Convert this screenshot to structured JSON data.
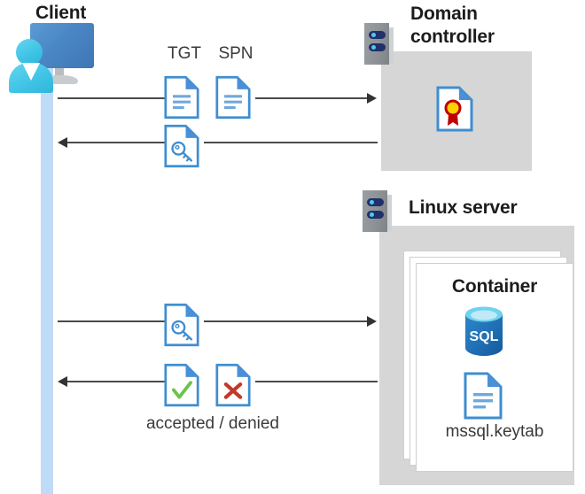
{
  "diagram": {
    "title_client": "Client",
    "title_domain_controller": "Domain\ncontroller",
    "domain_controller_line1": "Domain",
    "domain_controller_line2": "controller",
    "title_linux_server": "Linux server",
    "title_container": "Container",
    "label_tgt": "TGT",
    "label_spn": "SPN",
    "label_keytab_file": "mssql.keytab",
    "label_accepted_denied": "accepted / denied",
    "icons": {
      "client": "user-monitor-icon",
      "server_rack": "server-rack-icon",
      "document": "document-icon",
      "ticket_key": "key-document-icon",
      "certificate": "certificate-document-icon",
      "accepted": "check-document-icon",
      "denied": "cross-document-icon",
      "database": "sql-database-icon",
      "keytab": "document-icon"
    },
    "colors": {
      "doc_blue": "#3f8ed0",
      "doc_blue_fold": "#4a90d9",
      "panel_gray": "#d6d6d6",
      "lifeline_blue": "#bedcf7",
      "monitor_blue": "#4a86c5",
      "person_cyan": "#3cc2e4",
      "rack_gray": "#8d9296",
      "rack_led_navy": "#20306b",
      "led_cyan": "#4fc8ef",
      "cert_red": "#c00000",
      "cert_gold": "#ffd100",
      "check_green": "#6cc24a",
      "cross_red": "#c0392b",
      "sql_blue": "#1f6fb5",
      "arrow_gray": "#333333",
      "text_dark": "#1c1c1c"
    },
    "flows": [
      {
        "name": "client-to-dc-request",
        "direction": "right",
        "payload": [
          "TGT",
          "SPN"
        ]
      },
      {
        "name": "dc-to-client-ticket",
        "direction": "left",
        "payload": [
          "service-ticket"
        ]
      },
      {
        "name": "client-to-linux-ticket",
        "direction": "right",
        "payload": [
          "service-ticket"
        ]
      },
      {
        "name": "linux-to-client-result",
        "direction": "left",
        "payload": [
          "accepted",
          "denied"
        ]
      }
    ]
  }
}
